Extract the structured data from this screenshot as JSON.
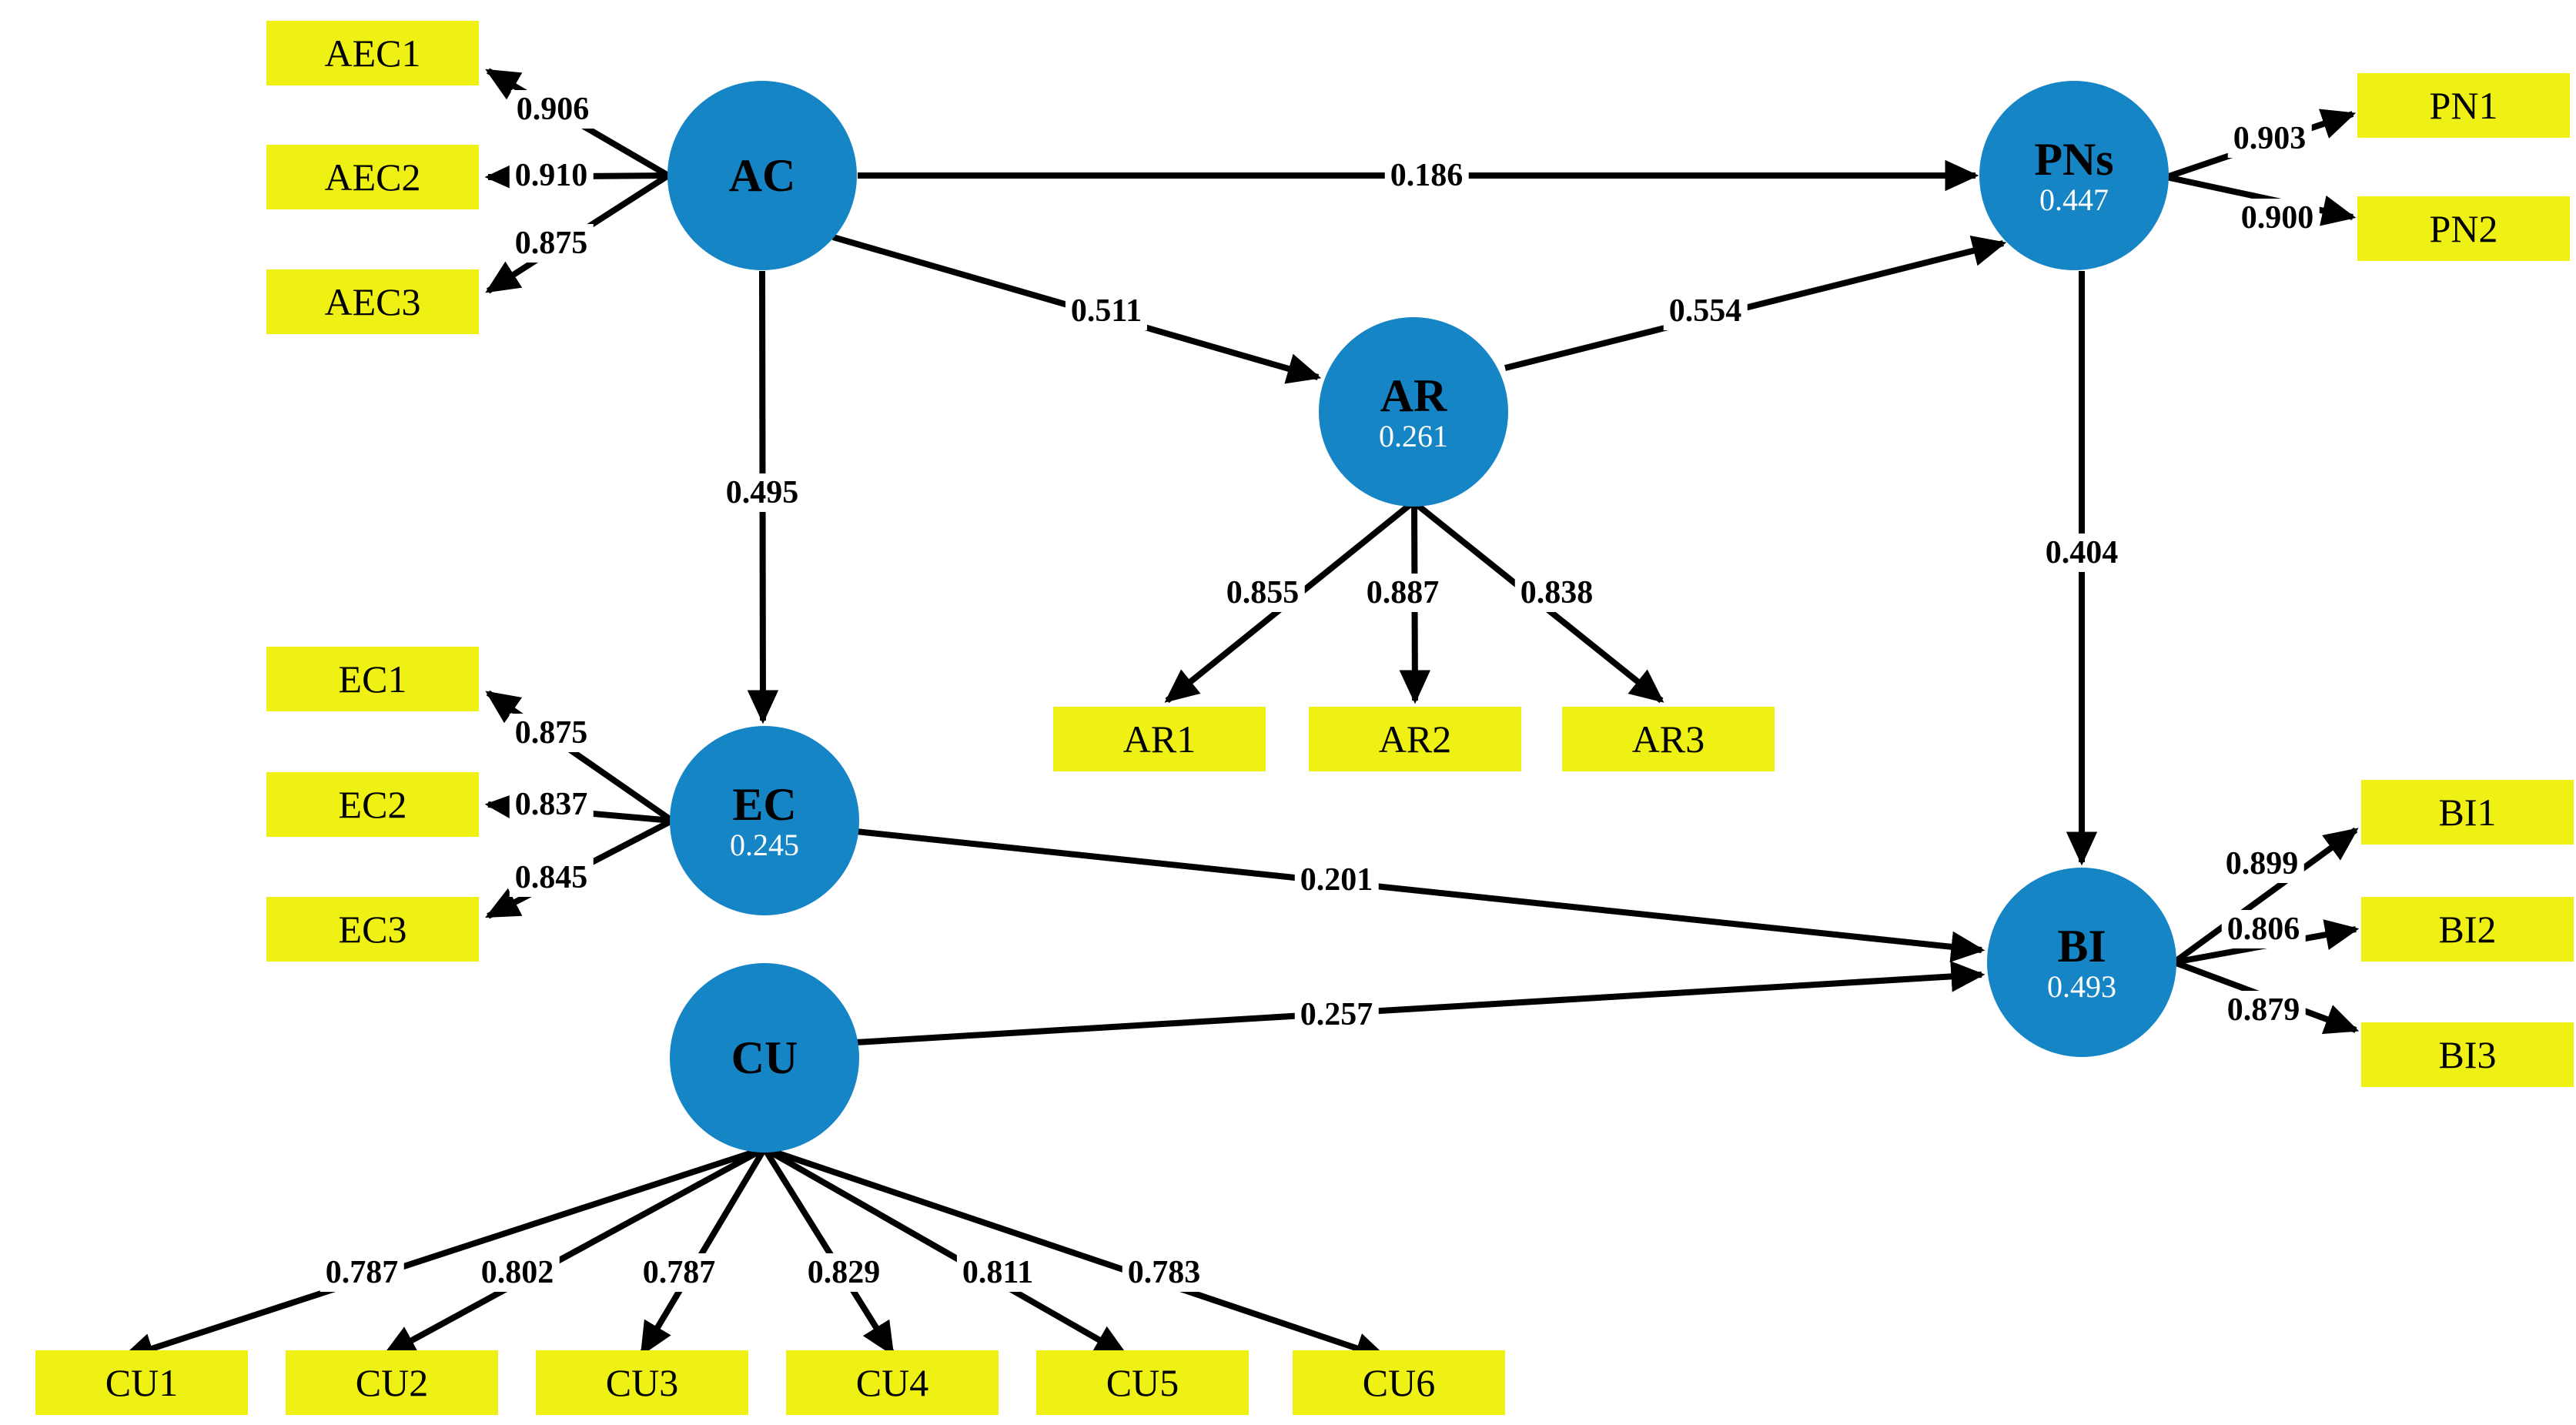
{
  "figure": {
    "colors": {
      "construct_fill": "#1585c6",
      "indicator_fill": "#eff013",
      "edge": "#000000"
    },
    "constructs": {
      "AC": {
        "label": "AC",
        "r2": ""
      },
      "PNs": {
        "label": "PNs",
        "r2": "0.447"
      },
      "AR": {
        "label": "AR",
        "r2": "0.261"
      },
      "EC": {
        "label": "EC",
        "r2": "0.245"
      },
      "CU": {
        "label": "CU",
        "r2": ""
      },
      "BI": {
        "label": "BI",
        "r2": "0.493"
      }
    },
    "indicators": {
      "AEC1": {
        "label": "AEC1",
        "loading": "0.906"
      },
      "AEC2": {
        "label": "AEC2",
        "loading": "0.910"
      },
      "AEC3": {
        "label": "AEC3",
        "loading": "0.875"
      },
      "PN1": {
        "label": "PN1",
        "loading": "0.903"
      },
      "PN2": {
        "label": "PN2",
        "loading": "0.900"
      },
      "AR1": {
        "label": "AR1",
        "loading": "0.855"
      },
      "AR2": {
        "label": "AR2",
        "loading": "0.887"
      },
      "AR3": {
        "label": "AR3",
        "loading": "0.838"
      },
      "EC1": {
        "label": "EC1",
        "loading": "0.875"
      },
      "EC2": {
        "label": "EC2",
        "loading": "0.837"
      },
      "EC3": {
        "label": "EC3",
        "loading": "0.845"
      },
      "BI1": {
        "label": "BI1",
        "loading": "0.899"
      },
      "BI2": {
        "label": "BI2",
        "loading": "0.806"
      },
      "BI3": {
        "label": "BI3",
        "loading": "0.879"
      },
      "CU1": {
        "label": "CU1",
        "loading": "0.787"
      },
      "CU2": {
        "label": "CU2",
        "loading": "0.802"
      },
      "CU3": {
        "label": "CU3",
        "loading": "0.787"
      },
      "CU4": {
        "label": "CU4",
        "loading": "0.829"
      },
      "CU5": {
        "label": "CU5",
        "loading": "0.811"
      },
      "CU6": {
        "label": "CU6",
        "loading": "0.783"
      }
    },
    "paths": {
      "AC_PNs": {
        "from": "AC",
        "to": "PNs",
        "coef": "0.186"
      },
      "AC_AR": {
        "from": "AC",
        "to": "AR",
        "coef": "0.511"
      },
      "AC_EC": {
        "from": "AC",
        "to": "EC",
        "coef": "0.495"
      },
      "AR_PNs": {
        "from": "AR",
        "to": "PNs",
        "coef": "0.554"
      },
      "PNs_BI": {
        "from": "PNs",
        "to": "BI",
        "coef": "0.404"
      },
      "EC_BI": {
        "from": "EC",
        "to": "BI",
        "coef": "0.201"
      },
      "CU_BI": {
        "from": "CU",
        "to": "BI",
        "coef": "0.257"
      }
    }
  }
}
